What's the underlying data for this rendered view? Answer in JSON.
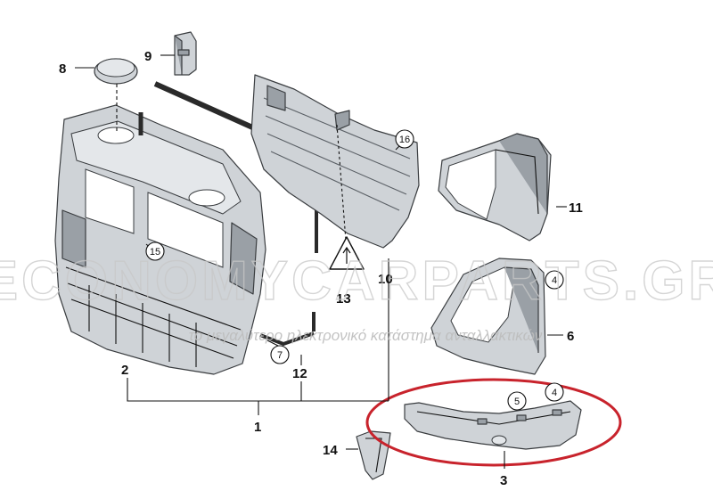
{
  "watermark": {
    "brand": "ECONOMYCARPARTS.GR",
    "tagline": "το μεγαλύτερο ηλεκτρονικό κατάστημα ανταλλακτικών"
  },
  "callouts": {
    "c1": "1",
    "c2": "2",
    "c3": "3",
    "c6": "6",
    "c8": "8",
    "c9": "9",
    "c10": "10",
    "c11": "11",
    "c12": "12",
    "c13": "13",
    "c14": "14"
  },
  "circled": {
    "k4a": "4",
    "k4b": "4",
    "k5": "5",
    "k7": "7",
    "k15": "15",
    "k16": "16"
  },
  "colors": {
    "highlight_ring": "#c8232c",
    "part_gray": "#cfd3d7",
    "warning_symbol": "#111111"
  }
}
